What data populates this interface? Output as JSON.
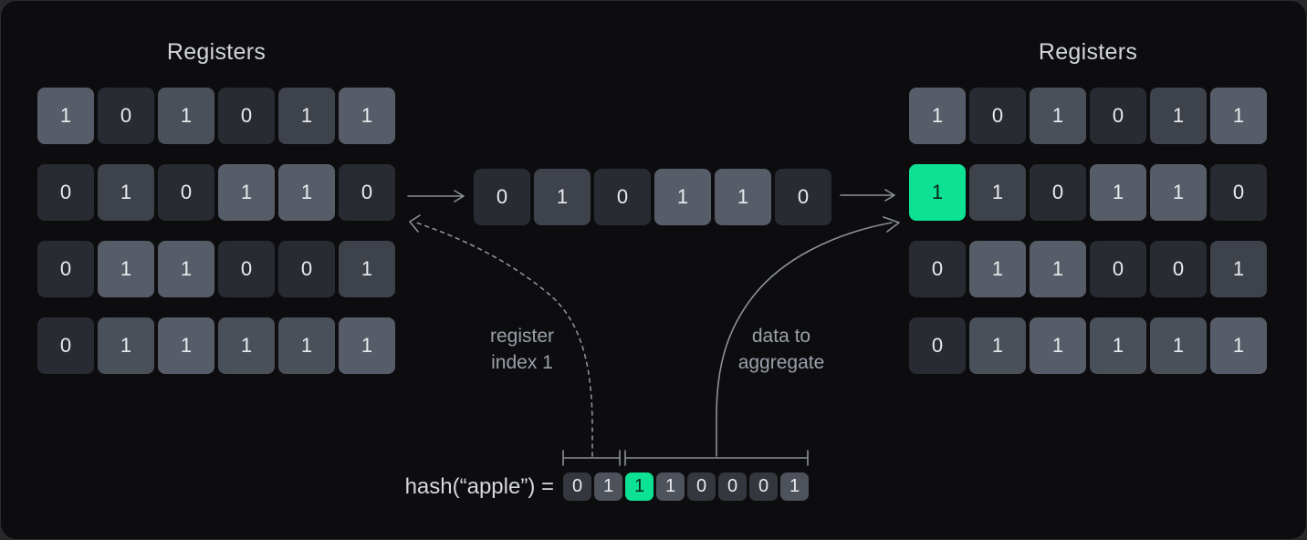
{
  "palette": {
    "accent_green": "#0de294",
    "line_gray": "#8b9198",
    "panel_bg": "#0d0d10",
    "cell_text": "#e9ebee",
    "cell_text_on_green": "#0c231b",
    "cell_shades": {
      "l": "#575d68",
      "ml": "#4a505a",
      "m": "#3e434b",
      "d": "#282b31",
      "hl": "#4d525b",
      "hd": "#34373e",
      "g": "#0de294"
    }
  },
  "left_registers": {
    "title": "Registers",
    "rows": [
      [
        {
          "v": "1",
          "s": "l"
        },
        {
          "v": "0",
          "s": "d"
        },
        {
          "v": "1",
          "s": "ml"
        },
        {
          "v": "0",
          "s": "d"
        },
        {
          "v": "1",
          "s": "m"
        },
        {
          "v": "1",
          "s": "l"
        }
      ],
      [
        {
          "v": "0",
          "s": "d"
        },
        {
          "v": "1",
          "s": "m"
        },
        {
          "v": "0",
          "s": "d"
        },
        {
          "v": "1",
          "s": "l"
        },
        {
          "v": "1",
          "s": "l"
        },
        {
          "v": "0",
          "s": "d"
        }
      ],
      [
        {
          "v": "0",
          "s": "d"
        },
        {
          "v": "1",
          "s": "l"
        },
        {
          "v": "1",
          "s": "l"
        },
        {
          "v": "0",
          "s": "d"
        },
        {
          "v": "0",
          "s": "d"
        },
        {
          "v": "1",
          "s": "m"
        }
      ],
      [
        {
          "v": "0",
          "s": "d"
        },
        {
          "v": "1",
          "s": "ml"
        },
        {
          "v": "1",
          "s": "l"
        },
        {
          "v": "1",
          "s": "ml"
        },
        {
          "v": "1",
          "s": "ml"
        },
        {
          "v": "1",
          "s": "l"
        }
      ]
    ]
  },
  "buffer_row": {
    "rows": [
      [
        {
          "v": "0",
          "s": "d"
        },
        {
          "v": "1",
          "s": "m"
        },
        {
          "v": "0",
          "s": "d"
        },
        {
          "v": "1",
          "s": "l"
        },
        {
          "v": "1",
          "s": "l"
        },
        {
          "v": "0",
          "s": "d"
        }
      ]
    ]
  },
  "right_registers": {
    "title": "Registers",
    "rows": [
      [
        {
          "v": "1",
          "s": "l"
        },
        {
          "v": "0",
          "s": "d"
        },
        {
          "v": "1",
          "s": "ml"
        },
        {
          "v": "0",
          "s": "d"
        },
        {
          "v": "1",
          "s": "m"
        },
        {
          "v": "1",
          "s": "l"
        }
      ],
      [
        {
          "v": "1",
          "s": "g"
        },
        {
          "v": "1",
          "s": "m"
        },
        {
          "v": "0",
          "s": "d"
        },
        {
          "v": "1",
          "s": "l"
        },
        {
          "v": "1",
          "s": "l"
        },
        {
          "v": "0",
          "s": "d"
        }
      ],
      [
        {
          "v": "0",
          "s": "d"
        },
        {
          "v": "1",
          "s": "l"
        },
        {
          "v": "1",
          "s": "l"
        },
        {
          "v": "0",
          "s": "d"
        },
        {
          "v": "0",
          "s": "d"
        },
        {
          "v": "1",
          "s": "m"
        }
      ],
      [
        {
          "v": "0",
          "s": "d"
        },
        {
          "v": "1",
          "s": "ml"
        },
        {
          "v": "1",
          "s": "l"
        },
        {
          "v": "1",
          "s": "ml"
        },
        {
          "v": "1",
          "s": "ml"
        },
        {
          "v": "1",
          "s": "l"
        }
      ]
    ]
  },
  "annotations": {
    "register_index": {
      "line1": "register",
      "line2": "index 1"
    },
    "data_to_aggregate": {
      "line1": "data to",
      "line2": "aggregate"
    }
  },
  "hash": {
    "label": "hash(“apple”) =",
    "rows": [
      [
        {
          "v": "0",
          "s": "hd"
        },
        {
          "v": "1",
          "s": "hl"
        },
        {
          "v": "1",
          "s": "g"
        },
        {
          "v": "1",
          "s": "hl"
        },
        {
          "v": "0",
          "s": "hd"
        },
        {
          "v": "0",
          "s": "hd"
        },
        {
          "v": "0",
          "s": "hd"
        },
        {
          "v": "1",
          "s": "hl"
        }
      ]
    ]
  }
}
